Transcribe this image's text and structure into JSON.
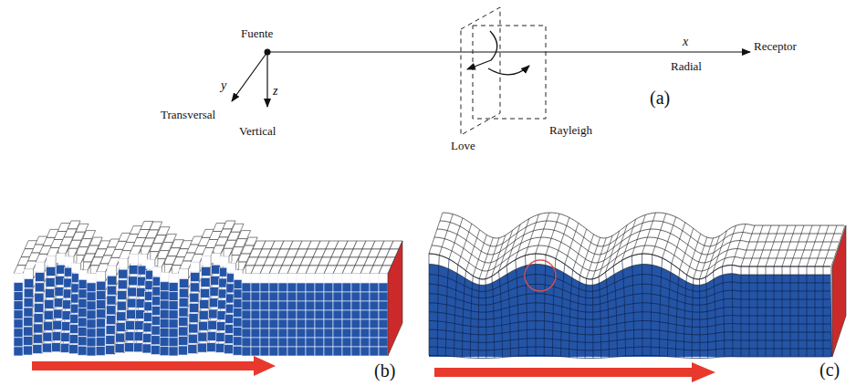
{
  "diagram": {
    "labels": [
      "Fuente",
      "x",
      "Receptor",
      "Radial",
      "y",
      "Transversal",
      "z",
      "Vertical",
      "Love",
      "Rayleigh",
      "(a)",
      "(b)",
      "(c)"
    ]
  }
}
